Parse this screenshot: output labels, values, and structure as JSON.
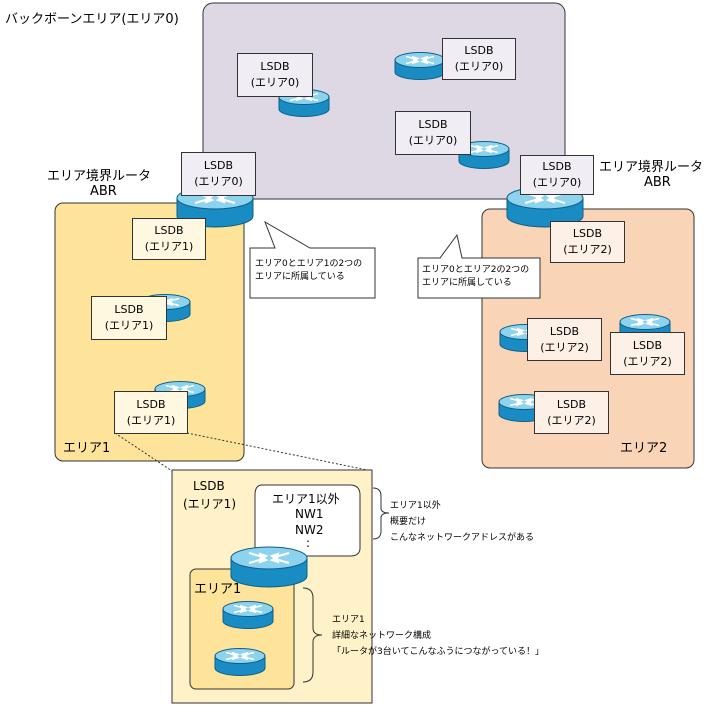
{
  "areas": {
    "backbone": "バックボーンエリア(エリア0)",
    "area1": "エリア1",
    "area2": "エリア2",
    "zoom_area1": "エリア1"
  },
  "abr_label_left": {
    "line1": "エリア境界ルータ",
    "line2": "ABR"
  },
  "abr_label_right": {
    "line1": "エリア境界ルータ",
    "line2": "ABR"
  },
  "lsdb_area0": {
    "title": "LSDB",
    "sub": "(エリア0)"
  },
  "lsdb_area1": {
    "title": "LSDB",
    "sub": "(エリア1)"
  },
  "lsdb_area2": {
    "title": "LSDB",
    "sub": "(エリア2)"
  },
  "callouts": {
    "left": {
      "line1": "エリア0とエリア1の2つの",
      "line2": "エリアに所属している"
    },
    "right": {
      "line1": "エリア0とエリア2の2つの",
      "line2": "エリアに所属している"
    }
  },
  "zoom": {
    "title": "LSDB",
    "sub": "(エリア1)",
    "summary_title": "エリア1以外",
    "summary_nw1": "NW1",
    "summary_nw2": "NW2",
    "summary_dots": ":",
    "note_outside": {
      "line1": "エリア1以外",
      "line2": "概要だけ",
      "line3": "こんなネットワークアドレスがある"
    },
    "note_inside": {
      "line1": "エリア1",
      "line2": "詳細なネットワーク構成",
      "line3": "「ルータが3台いてこんなふうにつながっている！」"
    }
  },
  "colors": {
    "backbone_fill": "#ddd8e4",
    "area1_fill": "#fde49a",
    "area2_fill": "#f9d4b6",
    "zoom_fill": "#fff2c8",
    "router_blue": "#1a8cc4",
    "router_top": "#8dd3ee"
  }
}
